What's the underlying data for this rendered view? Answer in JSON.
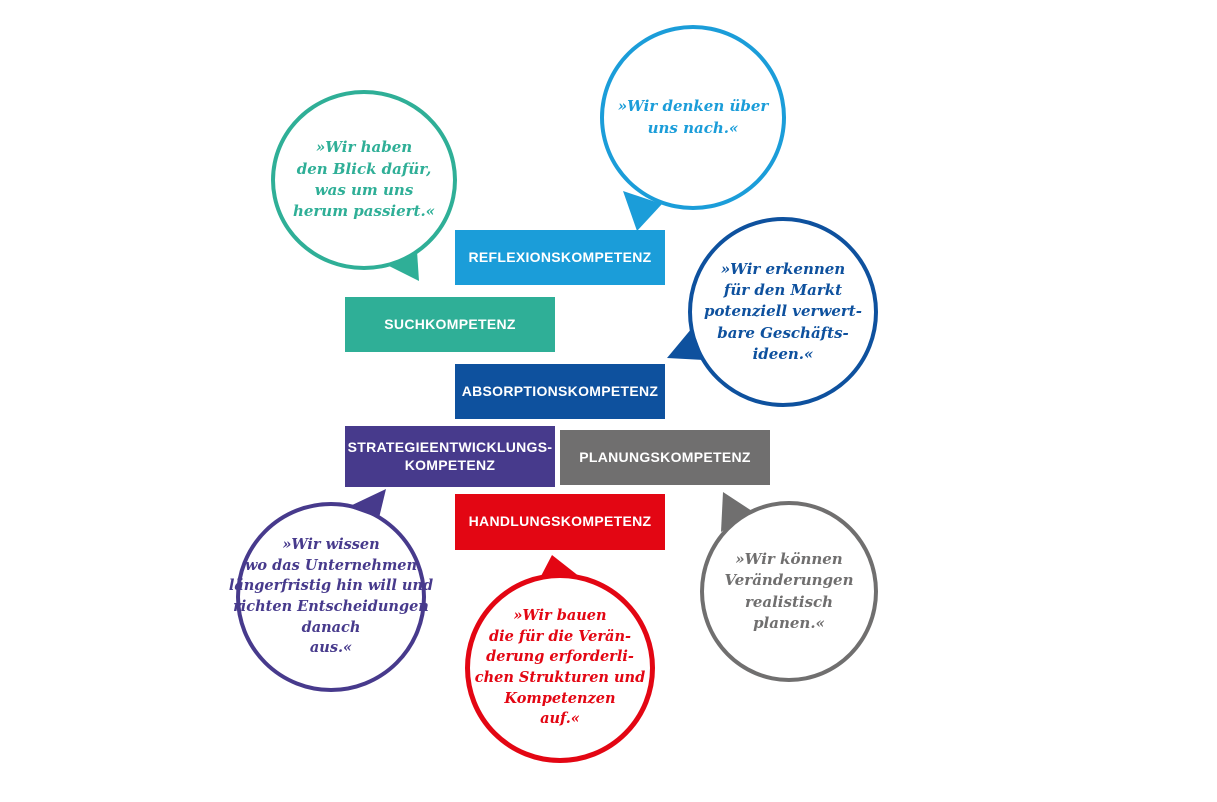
{
  "diagram": {
    "bars": [
      {
        "id": "reflexion",
        "label": "REFLEXIONSKOMPETENZ",
        "color": "#1B9DD9"
      },
      {
        "id": "such",
        "label": "SUCHKOMPETENZ",
        "color": "#2FAF97"
      },
      {
        "id": "absorption",
        "label": "ABSORPTIONSKOMPETENZ",
        "color": "#0E519E"
      },
      {
        "id": "strategie",
        "label": "STRATEGIEENTWICKLUNGS-\nKOMPETENZ",
        "color": "#473A8C"
      },
      {
        "id": "planung",
        "label": "PLANUNGSKOMPETENZ",
        "color": "#706F6F"
      },
      {
        "id": "handlung",
        "label": "HANDLUNGSKOMPETENZ",
        "color": "#E30613"
      }
    ],
    "bubbles": [
      {
        "id": "such-bubble",
        "text": "»Wir haben\nden Blick dafür,\nwas um uns\nherum passiert.«",
        "color": "#2FAF97"
      },
      {
        "id": "reflexion-bubble",
        "text": "»Wir denken über\nuns nach.«",
        "color": "#1B9DD9"
      },
      {
        "id": "absorption-bubble",
        "text": "»Wir erkennen\nfür den Markt\npotenziell verwert-\nbare Geschäfts-\nideen.«",
        "color": "#0E519E"
      },
      {
        "id": "strategie-bubble",
        "text": "»Wir wissen\nwo das Unternehmen\nlängerfristig hin will und\nrichten Entscheidungen\ndanach\naus.«",
        "color": "#473A8C"
      },
      {
        "id": "handlung-bubble",
        "text": "»Wir bauen\ndie für die Verän-\nderung erforderli-\nchen Strukturen und\nKompetenzen\nauf.«",
        "color": "#E30613"
      },
      {
        "id": "planung-bubble",
        "text": "»Wir können\nVeränderungen\nrealistisch\nplanen.«",
        "color": "#706F6F"
      }
    ]
  }
}
